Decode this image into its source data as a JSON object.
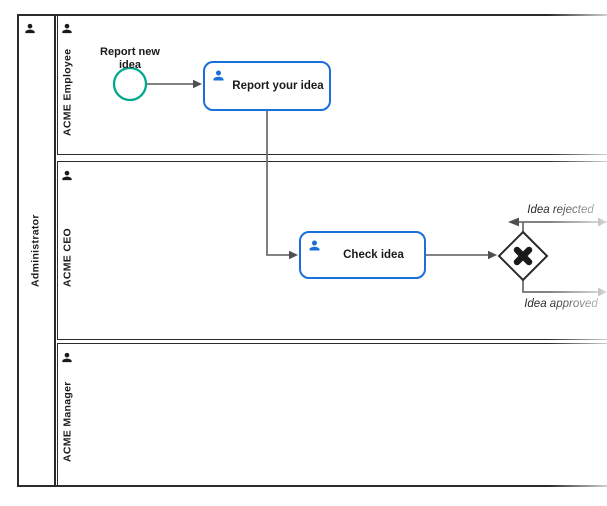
{
  "diagram_type": "BPMN process diagram",
  "pool": {
    "label": "Administrator",
    "icon": "user-icon"
  },
  "lanes": [
    {
      "label": "ACME Employee",
      "icon": "user-icon"
    },
    {
      "label": "ACME CEO",
      "icon": "user-icon"
    },
    {
      "label": "ACME Manager",
      "icon": "user-icon"
    }
  ],
  "nodes": {
    "start_event": {
      "type": "start-event",
      "label": "Report new idea"
    },
    "task_report_idea": {
      "type": "user-task",
      "label": "Report your idea",
      "icon": "user-icon"
    },
    "task_check_idea": {
      "type": "user-task",
      "label": "Check idea",
      "icon": "user-icon"
    },
    "gateway": {
      "type": "exclusive-gateway",
      "marker": "x-marker-icon"
    }
  },
  "edges": {
    "rejected": {
      "label": "Idea rejected"
    },
    "approved": {
      "label": "Idea approved"
    }
  },
  "colors": {
    "start_event_stroke": "#00a88e",
    "task_stroke": "#1b6fd9",
    "task_icon_fill": "#1b6fd9",
    "frame_stroke": "#2b2b2b",
    "flow_stroke": "#707070",
    "arrow_fill": "#4f4f4f",
    "label_color": "#1f1f1f"
  }
}
